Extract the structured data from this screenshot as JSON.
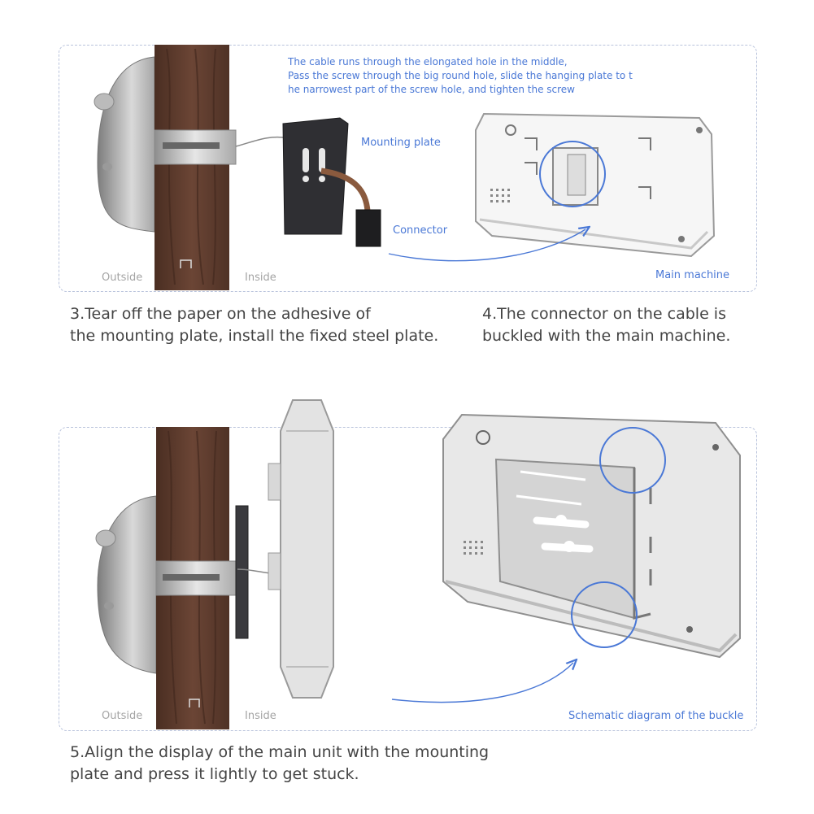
{
  "top_panel": {
    "note_lines": [
      "The cable runs through the elongated hole in the middle,",
      "Pass the screw through the big round hole, slide the hanging plate to t",
      "he narrowest part of the screw hole, and tighten the screw"
    ],
    "label_mounting_plate": "Mounting plate",
    "label_connector": "Connector",
    "label_outside": "Outside",
    "label_inside": "Inside",
    "label_main_machine": "Main machine"
  },
  "step3": {
    "line1": "3.Tear off the paper on the adhesive of",
    "line2": "the mounting plate, install the fixed steel plate."
  },
  "step4": {
    "line1": "4.The connector on the cable is",
    "line2": "buckled with the  main machine."
  },
  "bottom_panel": {
    "label_outside": "Outside",
    "label_inside": "Inside",
    "label_schematic": "Schematic diagram of the buckle"
  },
  "step5": {
    "line1": "5.Align the display of the main unit with the mounting",
    "line2": "plate and press it lightly to get stuck."
  },
  "colors": {
    "accent_blue": "#4a78d6",
    "wood": "#5a3a2c",
    "panel_border": "#b9c3dc"
  }
}
